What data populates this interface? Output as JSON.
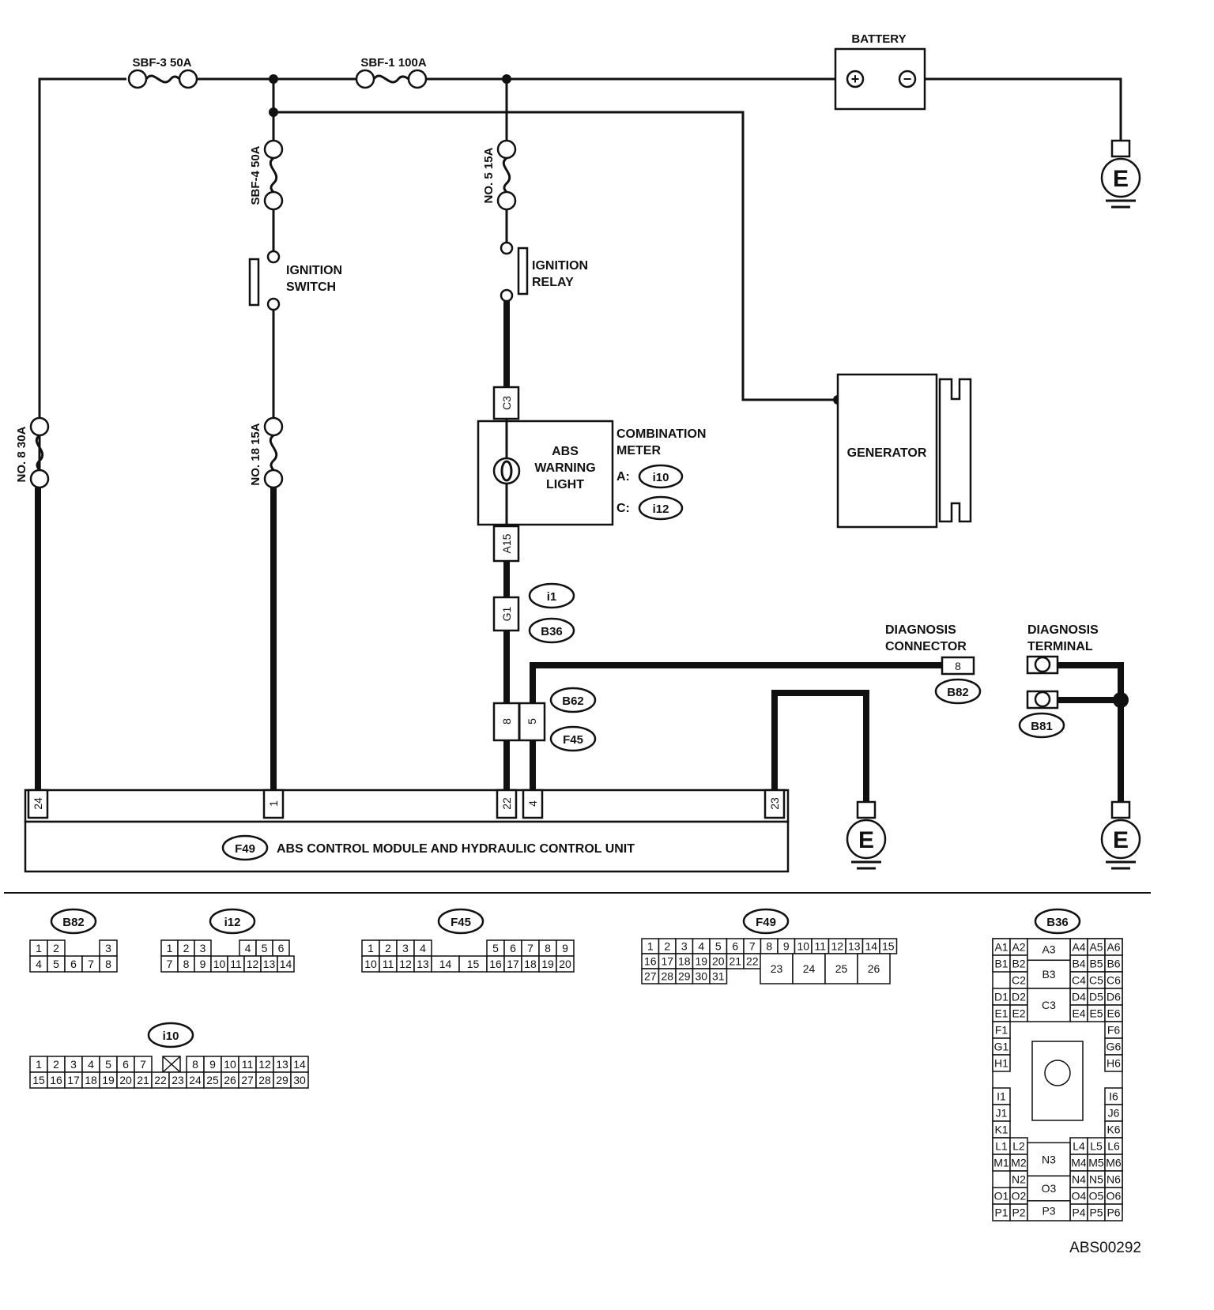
{
  "fuses": {
    "sbf3": "SBF-3 50A",
    "sbf1": "SBF-1 100A",
    "sbf4": "SBF-4 50A",
    "no5": "NO. 5 15A",
    "no8": "NO. 8 30A",
    "no18": "NO. 18 15A"
  },
  "battery": {
    "label": "BATTERY",
    "plus": "+",
    "minus": "−"
  },
  "ignition_switch": {
    "line1": "IGNITION",
    "line2": "SWITCH"
  },
  "ignition_relay": {
    "line1": "IGNITION",
    "line2": "RELAY"
  },
  "generator": {
    "label": "GENERATOR"
  },
  "combination_meter": {
    "line1": "COMBINATION",
    "line2": "METER",
    "a_prefix": "A:",
    "a_conn": "i10",
    "c_prefix": "C:",
    "c_conn": "i12",
    "lamp_line1": "ABS",
    "lamp_line2": "WARNING",
    "lamp_line3": "LIGHT",
    "pin_top": "C3",
    "pin_bottom": "A15"
  },
  "g1_connector": {
    "pin": "G1",
    "conn_a": "i1",
    "conn_b": "B36"
  },
  "b62_connector": {
    "pin_a": "8",
    "pin_b": "5",
    "conn_a": "B62",
    "conn_b": "F45"
  },
  "diagnosis_connector": {
    "line1": "DIAGNOSIS",
    "line2": "CONNECTOR",
    "pin": "8",
    "conn": "B82"
  },
  "diagnosis_terminal": {
    "line1": "DIAGNOSIS",
    "line2": "TERMINAL",
    "conn": "B81"
  },
  "ground_symbol": "E",
  "abs_module": {
    "conn": "F49",
    "label": "ABS CONTROL MODULE AND HYDRAULIC CONTROL UNIT",
    "pins": [
      "24",
      "1",
      "22",
      "4",
      "23"
    ]
  },
  "connector_views": {
    "b82": {
      "label": "B82",
      "row1": [
        "1",
        "2",
        "3"
      ],
      "row2": [
        "4",
        "5",
        "6",
        "7",
        "8"
      ]
    },
    "i12": {
      "label": "i12",
      "row1": [
        "1",
        "2",
        "3",
        "4",
        "5",
        "6"
      ],
      "row2": [
        "7",
        "8",
        "9",
        "10",
        "11",
        "12",
        "13",
        "14"
      ]
    },
    "f45": {
      "label": "F45",
      "row1": [
        "1",
        "2",
        "3",
        "4",
        "5",
        "6",
        "7",
        "8",
        "9"
      ],
      "row2": [
        "10",
        "11",
        "12",
        "13",
        "14",
        "15",
        "16",
        "17",
        "18",
        "19",
        "20"
      ]
    },
    "f49": {
      "label": "F49",
      "row1": [
        "1",
        "2",
        "3",
        "4",
        "5",
        "6",
        "7",
        "8",
        "9",
        "10",
        "11",
        "12",
        "13",
        "14",
        "15"
      ],
      "row2": [
        "16",
        "17",
        "18",
        "19",
        "20",
        "21",
        "22"
      ],
      "row3": [
        "27",
        "28",
        "29",
        "30",
        "31"
      ],
      "big": [
        "23",
        "24",
        "25",
        "26"
      ]
    },
    "i10": {
      "label": "i10",
      "row1": [
        "1",
        "2",
        "3",
        "4",
        "5",
        "6",
        "7",
        "8",
        "9",
        "10",
        "11",
        "12",
        "13",
        "14"
      ],
      "row2": [
        "15",
        "16",
        "17",
        "18",
        "19",
        "20",
        "21",
        "22",
        "23",
        "24",
        "25",
        "26",
        "27",
        "28",
        "29",
        "30"
      ]
    },
    "b36": {
      "label": "B36",
      "left": [
        "A1",
        "A2",
        "B1",
        "B2",
        "C2",
        "D1",
        "D2",
        "E1",
        "E2",
        "F1",
        "G1",
        "H1",
        "I1",
        "J1",
        "K1",
        "L1",
        "L2",
        "M1",
        "M2",
        "N2",
        "O1",
        "O2",
        "P1",
        "P2"
      ],
      "center": [
        "A3",
        "B3",
        "C3",
        "N3",
        "O3",
        "P3"
      ],
      "right": [
        "A4",
        "A5",
        "A6",
        "B4",
        "B5",
        "B6",
        "C4",
        "C5",
        "C6",
        "D4",
        "D5",
        "D6",
        "E4",
        "E5",
        "E6",
        "F6",
        "G6",
        "H6",
        "I6",
        "J6",
        "K6",
        "L4",
        "L5",
        "L6",
        "M4",
        "M5",
        "M6",
        "N4",
        "N5",
        "N6",
        "O4",
        "O5",
        "O6",
        "P4",
        "P5",
        "P6"
      ]
    }
  },
  "figure_id": "ABS00292"
}
